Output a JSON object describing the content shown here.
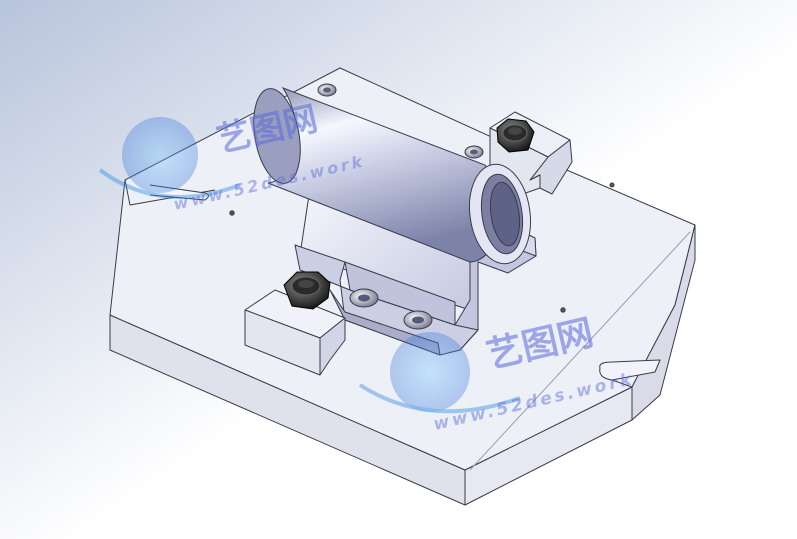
{
  "scene": {
    "type": "cad-3d-render",
    "subject": "fixture plate with cylindrical pipe clamp and two hex-nut clamp blocks",
    "background_gradient": [
      "#b8c4dc",
      "#ffffff"
    ],
    "part_fill": "#eceef6",
    "part_edge": "#3a3a4a",
    "metal_highlight": "#f4f6ff",
    "metal_shadow": "#8d93b4"
  },
  "watermarks": [
    {
      "brand": "艺图网",
      "url": "www.52des.work"
    },
    {
      "brand": "艺图网",
      "url": "www.52des.work"
    }
  ],
  "icons": {
    "watermark_logo": "globe-dots-icon",
    "nut": "hex-nut-icon"
  }
}
